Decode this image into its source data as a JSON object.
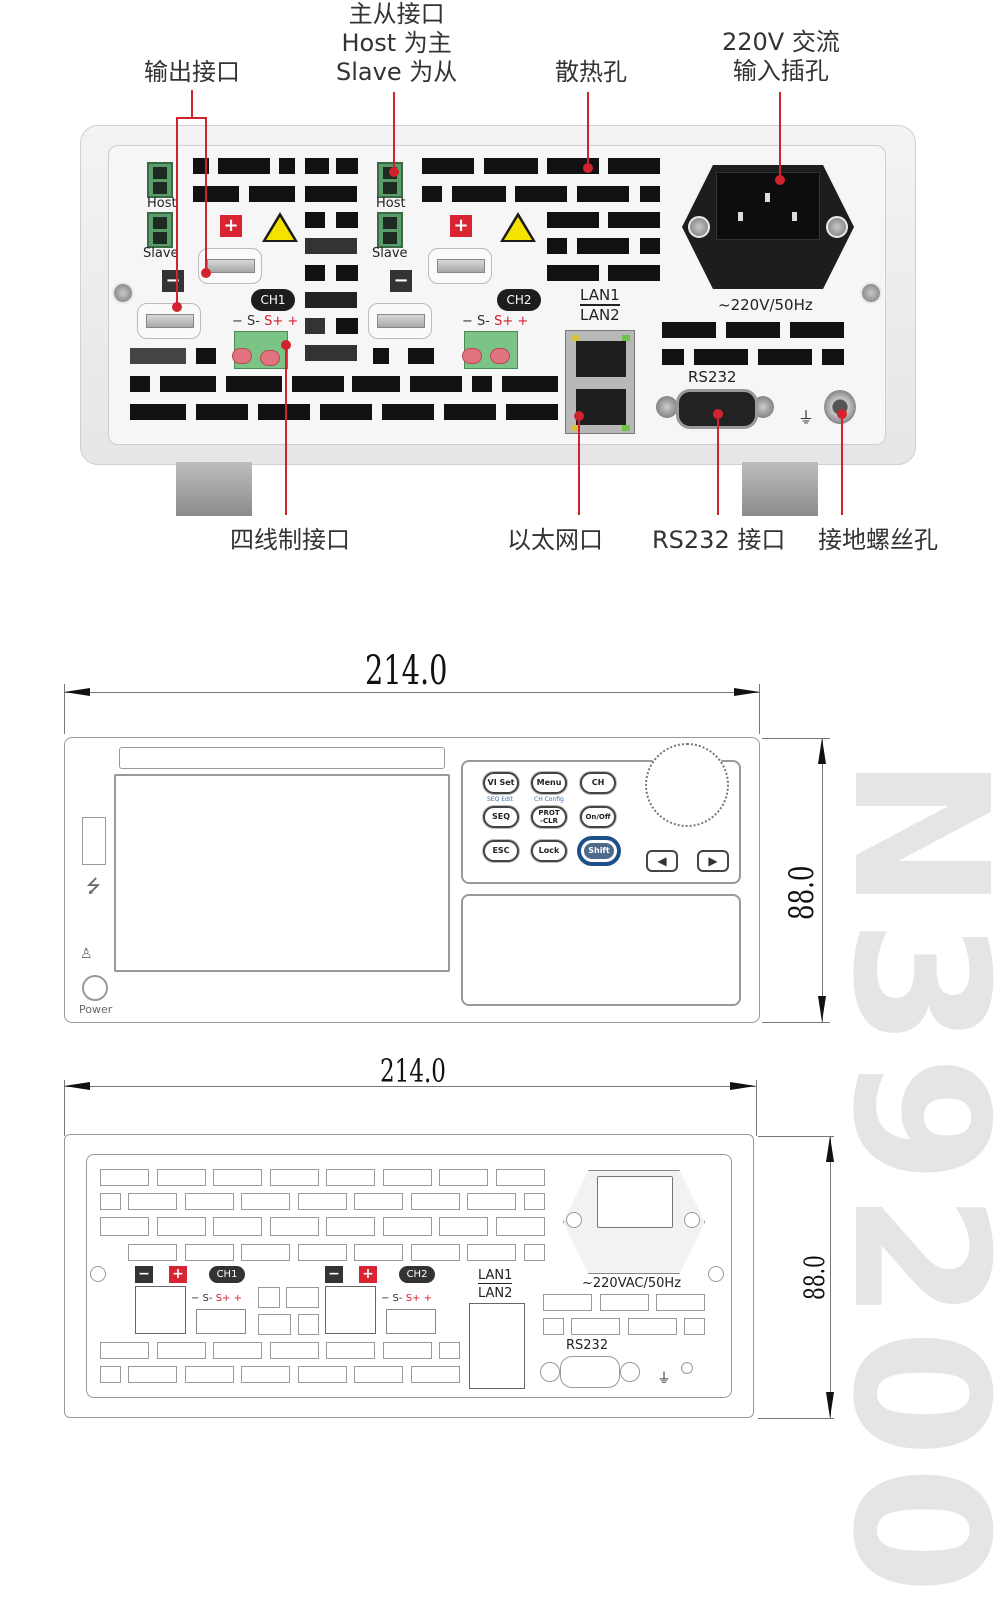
{
  "photo_section": {
    "callouts_top": {
      "output_port": "输出接口",
      "master_slave_line1": "主从接口",
      "master_slave_line2": "Host 为主",
      "master_slave_line3": "Slave 为从",
      "vent_holes": "散热孔",
      "ac_input_line1": "220V 交流",
      "ac_input_line2": "输入插孔"
    },
    "callouts_bottom": {
      "four_wire": "四线制接口",
      "ethernet": "以太网口",
      "rs232": "RS232 接口",
      "ground_screw": "接地螺丝孔"
    },
    "panel_labels": {
      "host1": "Host",
      "slave1": "Slave",
      "host2": "Host",
      "slave2": "Slave",
      "plus": "+",
      "minus": "−",
      "ch1": "CH1",
      "ch2": "CH2",
      "sense_prefix": "− S-",
      "sense_red": "S+ +",
      "lan1": "LAN1",
      "lan2": "LAN2",
      "ac_rating": "~220V/50Hz",
      "rs232": "RS232"
    },
    "colors": {
      "callout_red": "#d2222d",
      "terminal_red": "#d92533",
      "warning_yellow": "#f4e300"
    }
  },
  "front_drawing": {
    "width_dim": "214.0",
    "height_dim": "88.0",
    "keys": {
      "vi_set": "VI Set",
      "menu": "Menu",
      "ch": "CH",
      "seq_edit": "SEQ Edit",
      "ch_config": "CH Config",
      "seq": "SEQ",
      "prot_clr_1": "PROT",
      "prot_clr_2": "-CLR",
      "on_off": "On/Off",
      "esc": "ESC",
      "lock": "Lock",
      "shift": "Shift",
      "left": "◀",
      "right": "▶"
    },
    "power_label": "Power",
    "usb_icon": "⭍"
  },
  "rear_drawing": {
    "width_dim": "214.0",
    "height_dim": "88.0",
    "plus": "+",
    "minus": "−",
    "ch1": "CH1",
    "ch2": "CH2",
    "sense_prefix": "− S-",
    "sense_red": "S+ +",
    "lan1": "LAN1",
    "lan2": "LAN2",
    "ac_rating": "~220VAC/50Hz",
    "rs232": "RS232"
  },
  "watermark": {
    "model": "N39200"
  }
}
